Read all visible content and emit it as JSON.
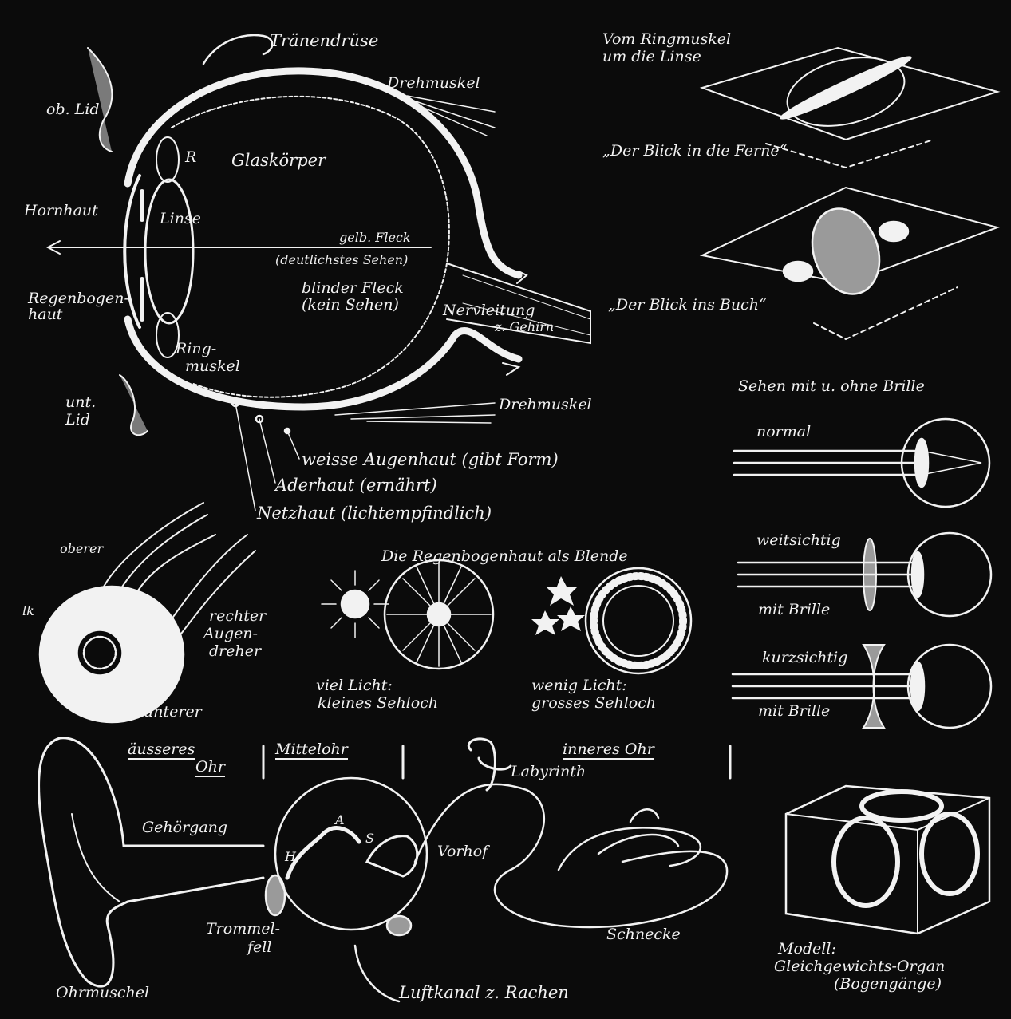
{
  "colors": {
    "background": "#0b0b0b",
    "chalk": "#f2f2f2"
  },
  "eye": {
    "traenendruese": "Tränendrüse",
    "drehmuskel_top": "Drehmuskel",
    "ob_lid": "ob. Lid",
    "r": "R",
    "glaskoerper": "Glaskörper",
    "hornhaut": "Hornhaut",
    "linse": "Linse",
    "gelb_fleck": "gelb. Fleck",
    "gelb_fleck_sub": "(deutlichstes Sehen)",
    "blinder_fleck": "blinder Fleck",
    "blinder_fleck_sub": "(kein Sehen)",
    "regenbogen_1": "Regenbogen-",
    "regenbogen_2": "haut",
    "nervleitung": "Nervleitung",
    "z_gehirn": "z. Gehirn",
    "ring_1": "Ring-",
    "ring_2": "muskel",
    "unt_lid_1": "unt.",
    "unt_lid_2": "Lid",
    "drehmuskel_bottom": "Drehmuskel",
    "weisse": "weisse Augenhaut (gibt Form)",
    "aderhaut": "Aderhaut (ernährt)",
    "netzhaut": "Netzhaut (lichtempfindlich)"
  },
  "lens": {
    "title_1": "Vom Ringmuskel",
    "title_2": "um die Linse",
    "fern": "„Der Blick in die Ferne“",
    "buch": "„Der Blick ins Buch“"
  },
  "glasses": {
    "title": "Sehen mit u. ohne Brille",
    "normal": "normal",
    "weitsichtig": "weitsichtig",
    "mit_brille_1": "mit Brille",
    "kurzsichtig": "kurzsichtig",
    "mit_brille_2": "mit Brille"
  },
  "muscles": {
    "oberer": "oberer",
    "lk": "lk",
    "rechter_1": "rechter",
    "rechter_2": "Augen-",
    "rechter_3": "dreher",
    "unterer": "unterer"
  },
  "iris": {
    "title": "Die Regenbogenhaut als Blende",
    "viel_1": "viel Licht:",
    "viel_2": "kleines Sehloch",
    "wenig_1": "wenig Licht:",
    "wenig_2": "grosses Sehloch"
  },
  "ear": {
    "aeusseres_1": "äusseres",
    "aeusseres_2": "Ohr",
    "mittelohr": "Mittelohr",
    "inneres": "inneres Ohr",
    "labyrinth": "Labyrinth",
    "gehoergang": "Gehörgang",
    "a": "A",
    "h": "H",
    "s": "S",
    "vorhof": "Vorhof",
    "trommel_1": "Trommel-",
    "trommel_2": "fell",
    "schnecke": "Schnecke",
    "ohrmuschel": "Ohrmuschel",
    "luftkanal": "Luftkanal z. Rachen",
    "modell_1": "Modell:",
    "modell_2": "Gleichgewichts-Organ",
    "modell_3": "(Bogengänge)"
  }
}
